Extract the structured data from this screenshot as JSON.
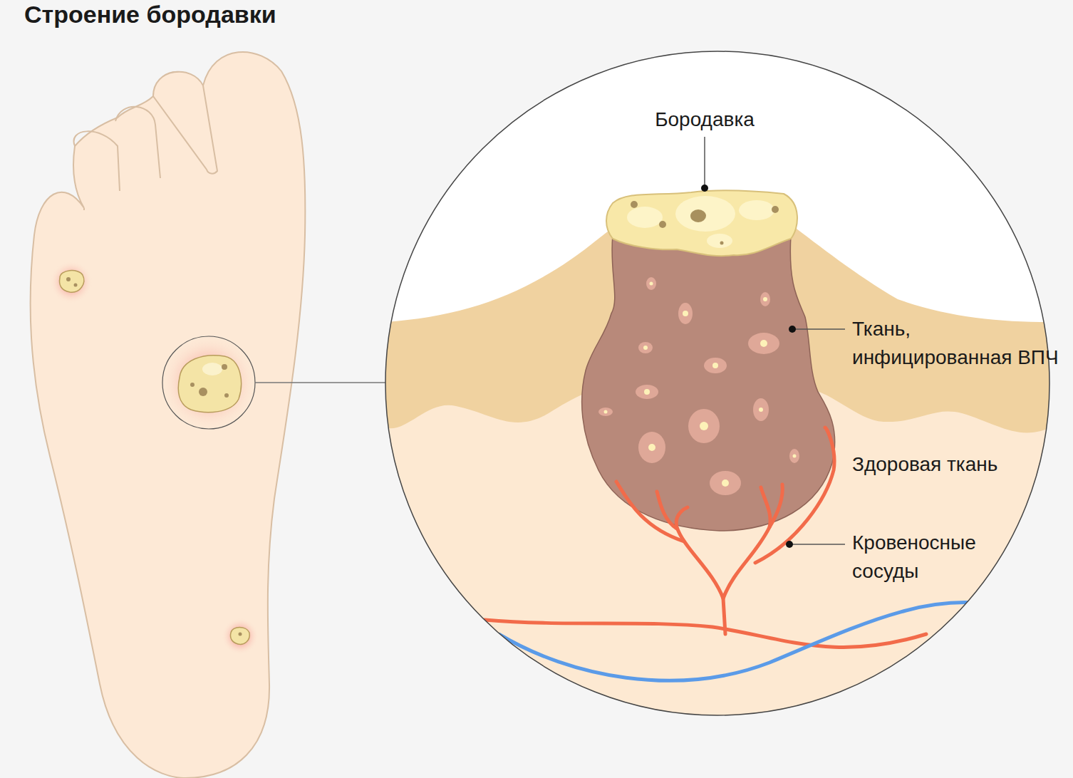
{
  "diagram": {
    "title": "Строение бородавки",
    "labels": [
      "Бородавка",
      "Ткань, инфицированная ВПЧ",
      "Здоровая ткань",
      "Кровеносные сосуды"
    ]
  }
}
